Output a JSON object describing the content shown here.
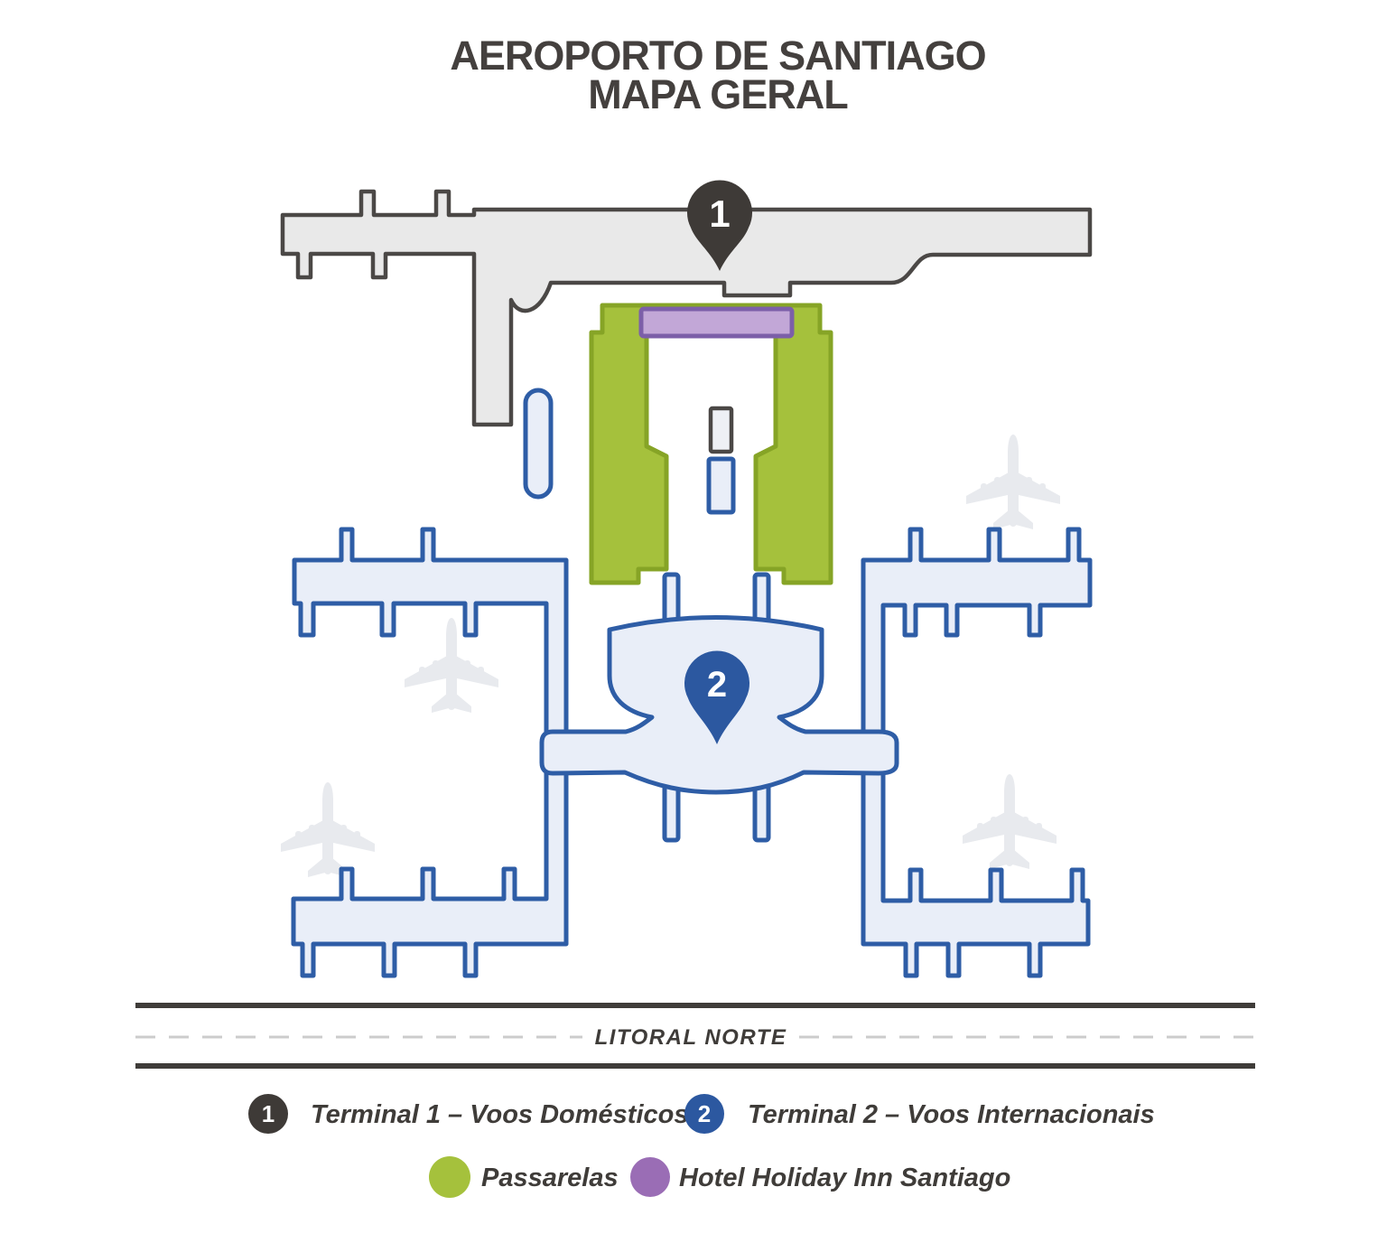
{
  "title": {
    "line1": "AEROPORTO DE SANTIAGO",
    "line2": "MAPA GERAL"
  },
  "map": {
    "pin1_label": "1",
    "pin2_label": "2",
    "road_label": "LITORAL NORTE"
  },
  "legend": {
    "terminal1": {
      "marker": "1",
      "label": "Terminal 1 – Voos Domésticos"
    },
    "terminal2": {
      "marker": "2",
      "label": "Terminal 2 – Voos Internacionais"
    },
    "passarelas": {
      "label": "Passarelas"
    },
    "hotel": {
      "label": "Hotel Holiday Inn Santiago"
    }
  },
  "colors": {
    "terminal1_fill": "#e9e9e9",
    "terminal1_stroke": "#4b4846",
    "terminal2_fill": "#e9eef8",
    "terminal2_stroke": "#2e5da6",
    "passarelas_fill": "#a5c13c",
    "passarelas_stroke": "#86a426",
    "hotel_fill": "#c2a7d7",
    "hotel_stroke": "#7c5fa8",
    "hotel_legend_dot": "#9a6db5",
    "pin1_fill": "#3e3a37",
    "pin2_fill": "#2c58a0",
    "airplane_silhouette": "#e8eaee",
    "road_line": "#3f3c39",
    "road_dash": "#cccccc",
    "text_dark": "#3f3c39"
  }
}
